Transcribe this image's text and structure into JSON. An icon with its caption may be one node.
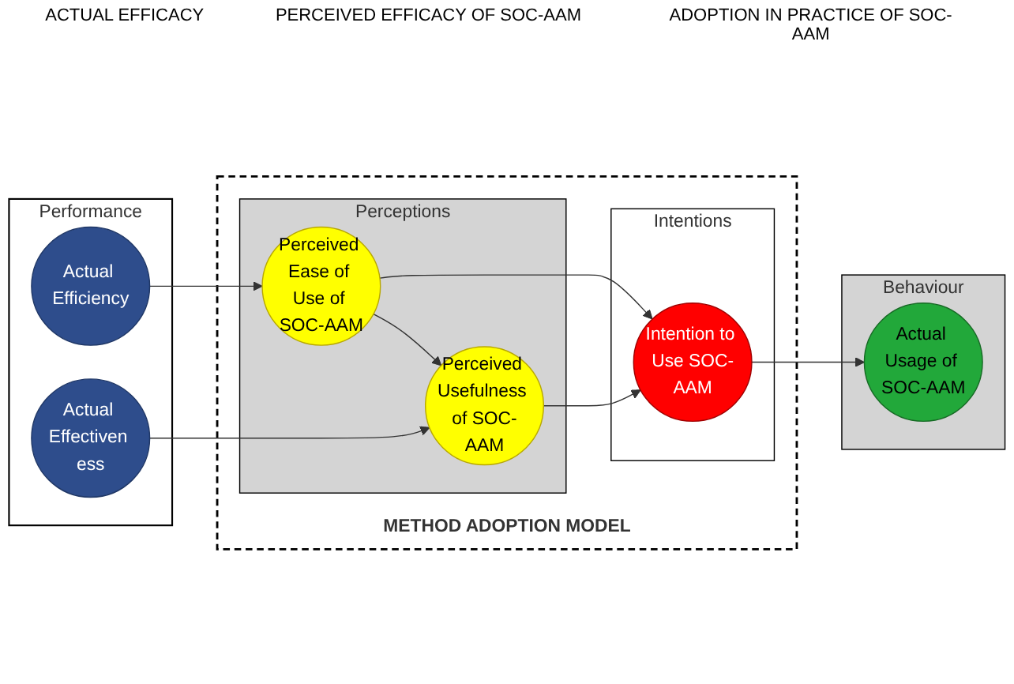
{
  "diagram": {
    "nodes": [
      {
        "text": [
          "Performance"
        ]
      },
      {
        "text": [
          "Actual Efficiency"
        ],
        "in": 0
      },
      {
        "text": [
          "Actual Effectiven ess"
        ],
        "in": 0
      },
      {
        "text": [
          "METHOD ADOPTION MODEL"
        ]
      },
      {
        "text": [
          "Perceptions"
        ],
        "in": 3
      },
      {
        "text": [
          "Perceived Ease of Use of SOC-AAM"
        ],
        "in": 4
      },
      {
        "text": [
          "Perceived Usefulness of SOC-AAM"
        ],
        "in": 4
      },
      {
        "text": [
          "Intentions"
        ],
        "in": 3
      },
      {
        "text": [
          "Intention to Use SOC-AAM"
        ],
        "in": 7
      },
      {
        "text": [
          "Behaviour"
        ]
      },
      {
        "text": [
          "Actual Usage of SOC-AAM"
        ],
        "in": 9
      }
    ],
    "edges": [
      {
        "from": 1,
        "to": 5,
        "arrow": "to"
      },
      {
        "from": 2,
        "to": 6,
        "arrow": "to"
      },
      {
        "from": 5,
        "to": 6,
        "arrow": "to"
      },
      {
        "from": 5,
        "to": 8,
        "arrow": "to"
      },
      {
        "from": 6,
        "to": 8,
        "arrow": "to"
      },
      {
        "from": 8,
        "to": 10,
        "arrow": "to"
      }
    ],
    "labels": [
      "ACTUAL EFFICACY",
      "PERCEIVED EFFICACY OF SOC-AAM",
      "ADOPTION IN PRACTICE OF SOC-AAM"
    ]
  }
}
